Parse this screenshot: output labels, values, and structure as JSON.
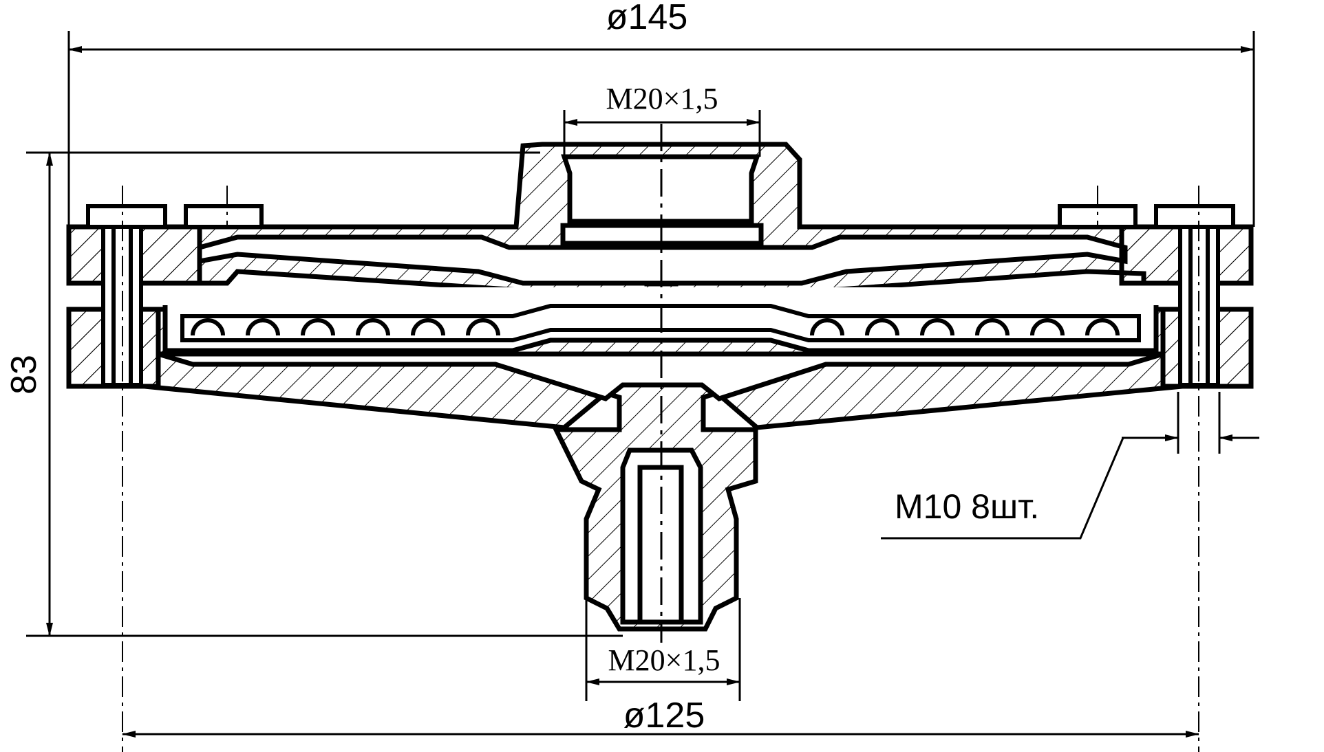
{
  "drawing": {
    "dimensions": {
      "outer_diameter": "ø145",
      "bolt_circle_diameter": "ø125",
      "height": "83",
      "top_thread": "M20×1,5",
      "bottom_thread": "M20×1,5",
      "bolts": "M10 8шт."
    },
    "colors": {
      "line": "#000000",
      "background": "#ffffff"
    }
  }
}
